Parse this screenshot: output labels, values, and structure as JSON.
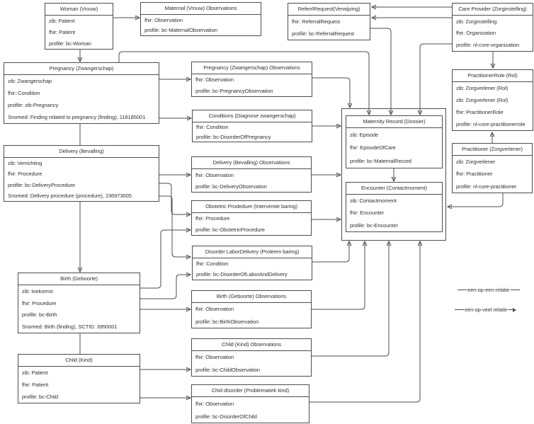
{
  "nodes": [
    {
      "id": "woman",
      "title": "Woman (Vrouw)",
      "lines": [
        "zib: Patient",
        "fhir: Patient",
        "profile: bc-Woman"
      ]
    },
    {
      "id": "maternal-obs",
      "title": "Maternal (Vrouw) Observations",
      "lines": [
        "fhir: Observation",
        "profile: bc-MaternalObservation"
      ]
    },
    {
      "id": "referral-request",
      "title": "ReferrlRequest(Verwijzing)",
      "lines": [
        "fhir: ReferralRequest",
        "profile: bc-ReferralRequest"
      ]
    },
    {
      "id": "care-provider",
      "title": "Care Provider (Zorginstelling)",
      "lines": [
        "zib: Zorginstelling",
        "fhir: Organization",
        "profile: nl-core-organization"
      ]
    },
    {
      "id": "pregnancy",
      "title": "Pregnancy (Zwangerschap)",
      "lines": [
        "zib: Zwangerschap",
        "fhir: Condition",
        "profile: zib-Pregnancy",
        "Snomed: Finding related to pregnancy (finding), 118185001"
      ]
    },
    {
      "id": "pregnancy-obs",
      "title": "Pregnancy (Zwangerschap) Observations",
      "lines": [
        "fhir: Observation",
        "profile: bc-PregnancyObservation"
      ]
    },
    {
      "id": "conditions",
      "title": "Conditions (Diagnose zwangerschap)",
      "lines": [
        "fhir: Condition",
        "profile: bc-DisorderOfPregnancy"
      ]
    },
    {
      "id": "practitioner-role",
      "title": "PractitionerRole (Rol)",
      "lines": [
        "zib: Zorgverlener (Rol)",
        "zib: Zorgverlener (Rol)",
        "fhir: PractitionerRole",
        "profile: nl-core-practitionerrole"
      ]
    },
    {
      "id": "delivery",
      "title": "Delivery (Bevalling)",
      "lines": [
        "zib: Verrichting",
        "fhir: Procedure",
        "profile: bc-DeliveryProcedure",
        "Snomed: Delivery procedure (procedure), 236973005"
      ]
    },
    {
      "id": "delivery-obs",
      "title": "Delivery (Bevalling) Observations",
      "lines": [
        "fhir: Observation",
        "profile: bc-DeliveryObservation"
      ]
    },
    {
      "id": "obstetric-procedure",
      "title": "Obstetric Prodedure (Interventie baring)",
      "lines": [
        "fhir: Procedure",
        "profile: bc-ObstetricProcedure"
      ]
    },
    {
      "id": "disorder-labor",
      "title": "Disorder LaborDelivery (Proleem baring)",
      "lines": [
        "fhir: Condition",
        "profile: bc-DisorderOfLaborAndDelivery"
      ]
    },
    {
      "id": "maternity-record",
      "title": "Maternity Record (Dossier)",
      "lines": [
        "zib: Episode",
        "fhir: EpisodeOfCare",
        "profile: bc-MaternalRecord"
      ]
    },
    {
      "id": "encounter",
      "title": "Encounter (Contactmoment)",
      "lines": [
        "zib: Contactmoment",
        "fhir: Encounter",
        "profile: bc-Encounter"
      ]
    },
    {
      "id": "practitioner",
      "title": "Practitioner (Zorgverlener)",
      "lines": [
        "zib: Zorgverlener",
        "fhir: Practitioner",
        "profile: nl-core-practitioner"
      ]
    },
    {
      "id": "birth",
      "title": "Birth (Geboorte)",
      "lines": [
        "zib: toekomst",
        "fhir: Procedure",
        "profile: bc-Birth",
        "Snomed: Birth (finding), SCTID: 3950001"
      ]
    },
    {
      "id": "birth-obs",
      "title": "Birth (Geboorte) Observations",
      "lines": [
        "fhir: Observation",
        "profile: bc-BirthObservation"
      ]
    },
    {
      "id": "child",
      "title": "Child (Kind)",
      "lines": [
        "zib: Patient",
        "fhir: Patient",
        "profile: bc-Child"
      ]
    },
    {
      "id": "child-obs",
      "title": "Child (Kind) Observations",
      "lines": [
        "fhir: Observation",
        "profile: bc-ChildObservation"
      ]
    },
    {
      "id": "child-disorder",
      "title": "Chid disorder (Problematiek kind)",
      "lines": [
        "fhir: Observation",
        "profile: bc-DisorderOfChild"
      ]
    }
  ],
  "legend": {
    "one_to_one": "een-op-een-relatie",
    "one_to_many": "een-op-veel relatie"
  },
  "colors": {
    "line": "#4d4d4d",
    "border": "#4d4d4d",
    "background": "#ffffff",
    "text": "#333333"
  }
}
